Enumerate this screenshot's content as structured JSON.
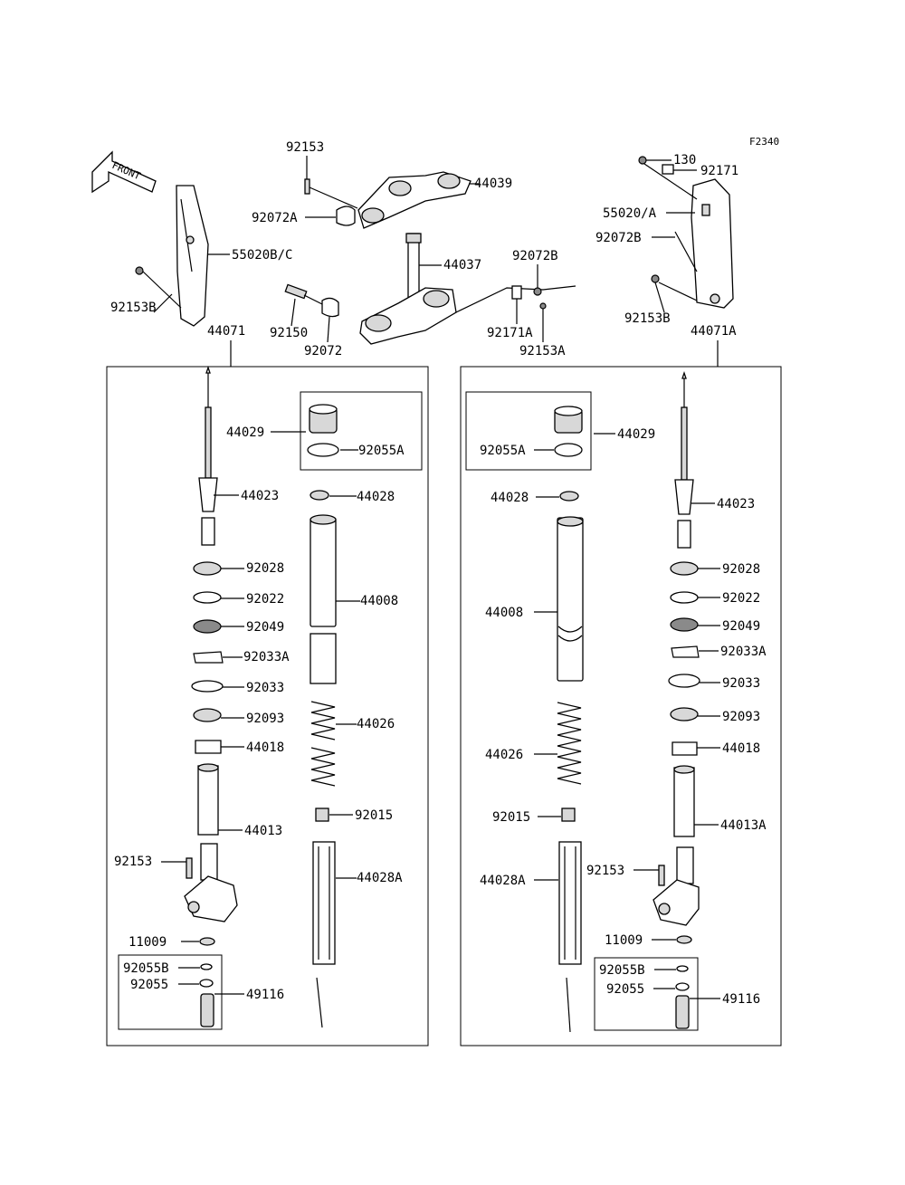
{
  "diagram_code": "F2340",
  "front_label": "FRONT",
  "labels": {
    "top": {
      "p92153": "92153",
      "p44039": "44039",
      "p92072A": "92072A",
      "p44037": "44037",
      "p92072B": "92072B",
      "p92150": "92150",
      "p92072": "92072",
      "p92171A": "92171A",
      "p92153A": "92153A",
      "p55020BC": "55020B/C",
      "p92153B_l": "92153B",
      "p44071": "44071",
      "p130": "130",
      "p92171": "92171",
      "p55020A": "55020/A",
      "p92072B_r": "92072B",
      "p92153B_r": "92153B",
      "p44071A": "44071A"
    },
    "left": {
      "p44029": "44029",
      "p92055A": "92055A",
      "p44023": "44023",
      "p44028": "44028",
      "p92028": "92028",
      "p44008": "44008",
      "p92022": "92022",
      "p92049": "92049",
      "p92033A": "92033A",
      "p92033": "92033",
      "p92093": "92093",
      "p44026": "44026",
      "p44018": "44018",
      "p44013": "44013",
      "p92015": "92015",
      "p92153": "92153",
      "p44028A": "44028A",
      "p11009": "11009",
      "p92055B": "92055B",
      "p92055": "92055",
      "p49116": "49116"
    },
    "right": {
      "p92055A": "92055A",
      "p44029": "44029",
      "p44028": "44028",
      "p44023": "44023",
      "p92028": "92028",
      "p92022": "92022",
      "p44008": "44008",
      "p92049": "92049",
      "p92033A": "92033A",
      "p92033": "92033",
      "p92093": "92093",
      "p44026": "44026",
      "p44018": "44018",
      "p92015": "92015",
      "p44013A": "44013A",
      "p44028A": "44028A",
      "p92153": "92153",
      "p11009": "11009",
      "p92055B": "92055B",
      "p92055": "92055",
      "p49116": "49116"
    }
  }
}
